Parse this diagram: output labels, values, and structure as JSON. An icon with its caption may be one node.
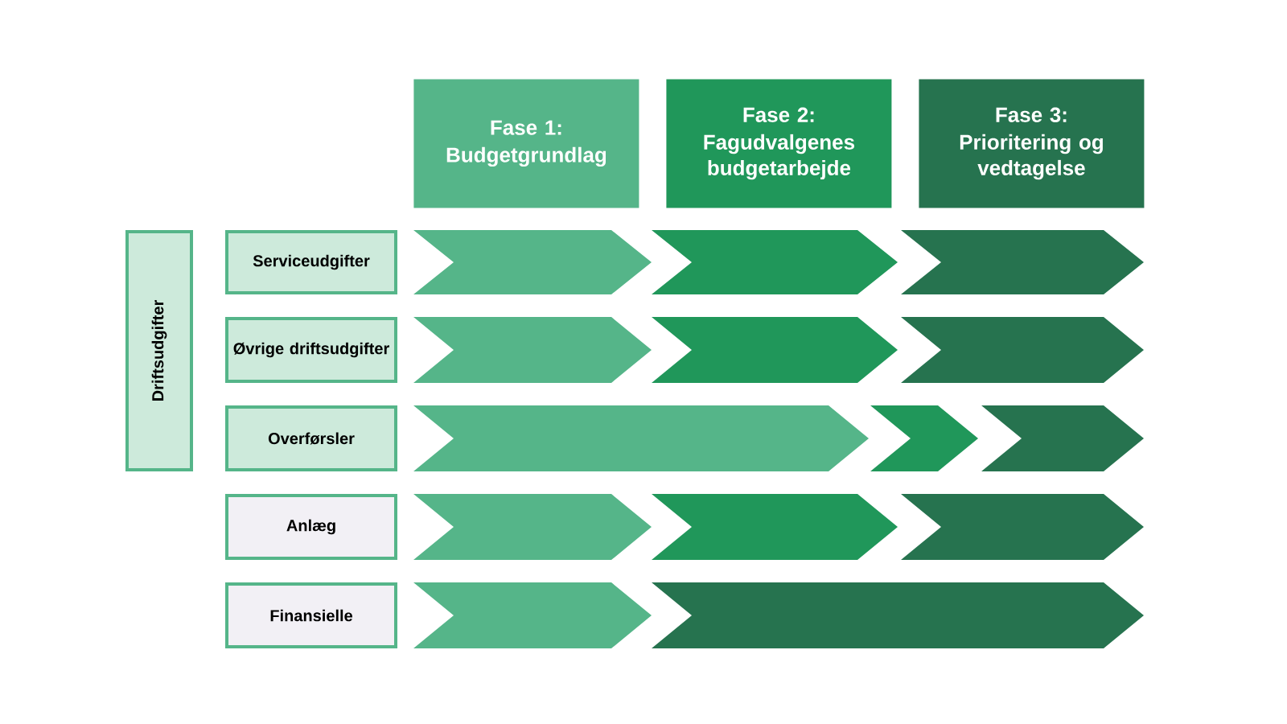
{
  "diagram": {
    "nodes": [
      {
        "text": [
          "Fase 1:",
          "Budgetgrundlag"
        ]
      },
      {
        "text": [
          "Fase 2:",
          "Fagudvalgenes budgetarbejde"
        ]
      },
      {
        "text": [
          "Fase 3:",
          "Prioritering og vedtagelse"
        ]
      },
      {
        "text": [
          "Driftsudgifter"
        ]
      },
      {
        "text": [
          "Serviceudgifter"
        ]
      },
      {
        "text": [],
        "shape": "chevron"
      },
      {
        "text": [],
        "shape": "chevron"
      },
      {
        "text": [],
        "shape": "chevron"
      },
      {
        "text": [
          "Øvrige driftsudgifter"
        ]
      },
      {
        "text": [],
        "shape": "chevron"
      },
      {
        "text": [],
        "shape": "chevron"
      },
      {
        "text": [],
        "shape": "chevron"
      },
      {
        "text": [
          "Overførsler"
        ]
      },
      {
        "text": [],
        "shape": "chevron"
      },
      {
        "text": [],
        "shape": "chevron"
      },
      {
        "text": [],
        "shape": "chevron"
      },
      {
        "text": [
          "Anlæg"
        ]
      },
      {
        "text": [],
        "shape": "chevron"
      },
      {
        "text": [],
        "shape": "chevron"
      },
      {
        "text": [],
        "shape": "chevron"
      },
      {
        "text": [
          "Finansielle"
        ]
      },
      {
        "text": [],
        "shape": "chevron"
      },
      {
        "text": [],
        "shape": "chevron"
      }
    ],
    "edges": []
  }
}
